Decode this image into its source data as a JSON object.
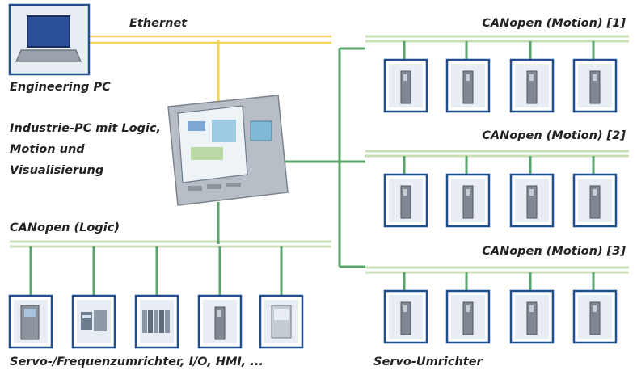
{
  "labels": {
    "ethernet": "Ethernet",
    "engineering_pc": "Engineering PC",
    "industrie_pc": [
      "Industrie-PC mit Logic,",
      "Motion und",
      "Visualisierung"
    ],
    "canopen_motion_1": "CANopen (Motion) [1]",
    "canopen_motion_2": "CANopen (Motion) [2]",
    "canopen_motion_3": "CANopen (Motion) [3]",
    "canopen_logic": "CANopen (Logic)",
    "logic_devices_caption": "Servo-/Frequenzumrichter, I/O, HMI, ...",
    "servo_caption": "Servo-Umrichter"
  },
  "colors": {
    "ethernet": "#f4d35e",
    "canopen_bus": "#c7e0b5",
    "canopen_drop": "#5aa36b",
    "device_frame": "#1f4f8f",
    "device_fill": "#e9eef5"
  },
  "devices": {
    "motion_1": [
      "servo-drive",
      "servo-drive",
      "servo-drive",
      "servo-drive"
    ],
    "motion_2": [
      "servo-drive",
      "servo-drive",
      "servo-drive",
      "servo-drive"
    ],
    "motion_3": [
      "servo-drive",
      "servo-drive",
      "servo-drive",
      "servo-drive"
    ],
    "logic": [
      "frequency-converter",
      "io-module",
      "io-rack",
      "servo-drive",
      "hmi-panel"
    ]
  }
}
